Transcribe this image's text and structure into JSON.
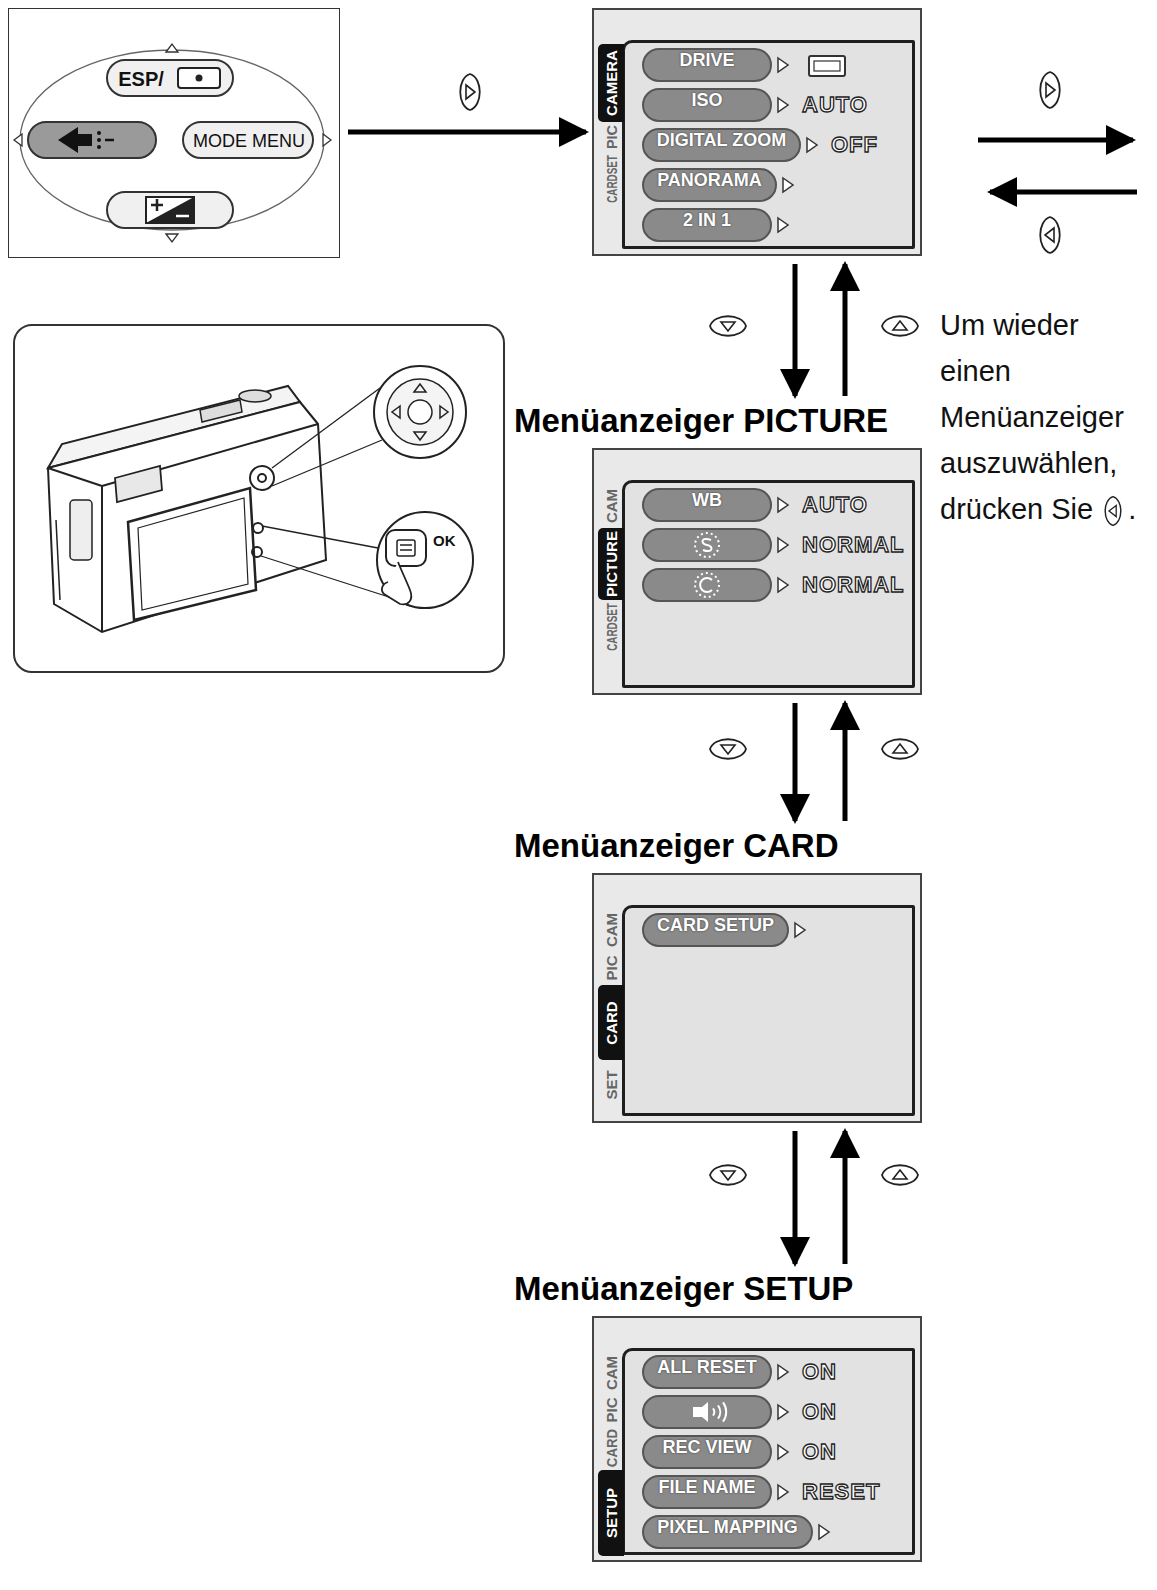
{
  "diagram": {
    "nodes": [
      {
        "text": [
          "ESP/",
          "MODE MENU"
        ]
      },
      {
        "text": [
          "CAMERA",
          "PIC",
          "CARDSET"
        ]
      },
      {
        "text": [
          "DRIVE"
        ],
        "in": 1
      },
      {
        "text": [
          "ISO",
          "AUTO"
        ],
        "in": 1
      },
      {
        "text": [
          "DIGITAL ZOOM",
          "OFF"
        ],
        "in": 1
      },
      {
        "text": [
          "PANORAMA"
        ],
        "in": 1
      },
      {
        "text": [
          "2 IN 1"
        ],
        "in": 1
      },
      {
        "text": [
          "Menüanzeiger PICTURE",
          "CAM",
          "PICTURE",
          "CARDSET"
        ]
      },
      {
        "text": [
          "WB",
          "AUTO"
        ],
        "in": 7
      },
      {
        "text": [
          "NORMAL"
        ],
        "in": 7
      },
      {
        "text": [
          "NORMAL"
        ],
        "in": 7
      },
      {
        "text": [
          "Menüanzeiger CARD",
          "CAM",
          "PIC",
          "CARD",
          "SET"
        ]
      },
      {
        "text": [
          "CARD SETUP"
        ],
        "in": 11
      },
      {
        "text": [
          "Menüanzeiger SETUP",
          "CAM",
          "PIC",
          "CARD",
          "SETUP"
        ]
      },
      {
        "text": [
          "ALL RESET",
          "ON"
        ],
        "in": 13
      },
      {
        "text": [
          "ON"
        ],
        "in": 13
      },
      {
        "text": [
          "REC VIEW",
          "ON"
        ],
        "in": 13
      },
      {
        "text": [
          "FILE NAME",
          "RESET"
        ],
        "in": 13
      },
      {
        "text": [
          "PIXEL MAPPING"
        ],
        "in": 13
      }
    ],
    "edges": [
      {
        "from": 0,
        "to": 1,
        "arrow": "to"
      },
      {
        "from": 1,
        "to": 7,
        "arrow": "to"
      },
      {
        "from": 7,
        "to": 1,
        "arrow": "to"
      },
      {
        "from": 7,
        "to": 11,
        "arrow": "to"
      },
      {
        "from": 11,
        "to": 7,
        "arrow": "to"
      },
      {
        "from": 11,
        "to": 13,
        "arrow": "to"
      },
      {
        "from": 13,
        "to": 11,
        "arrow": "to"
      }
    ],
    "labels": [
      "Um wieder einen Menüanzeiger auszuwählen, drücken Sie",
      ".",
      "OK"
    ]
  }
}
